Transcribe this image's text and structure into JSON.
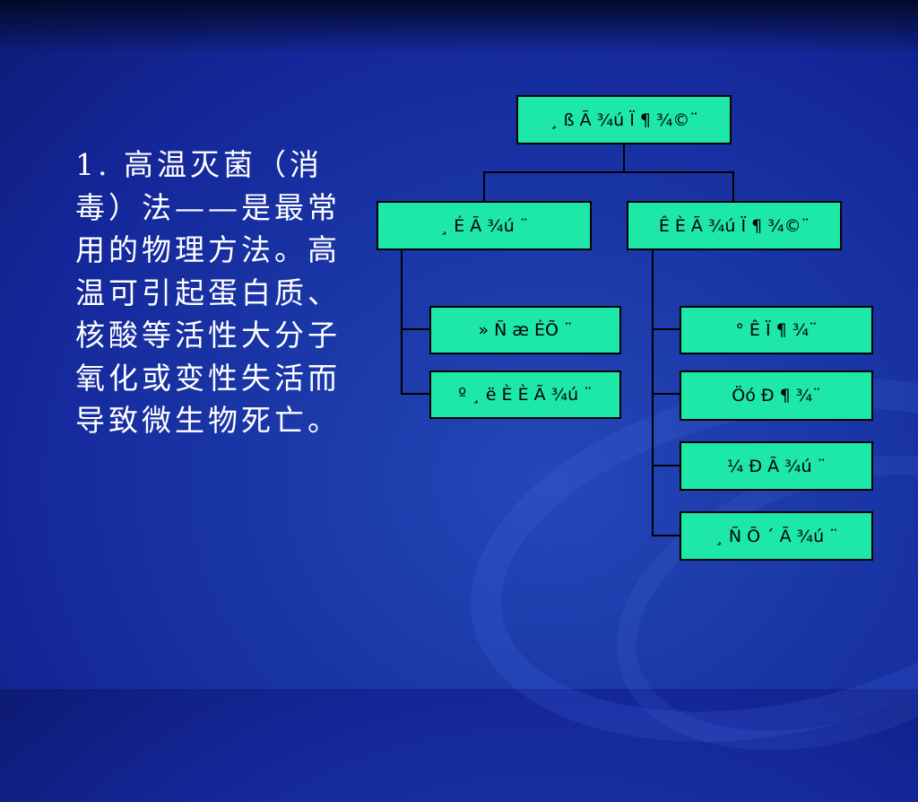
{
  "slide": {
    "paragraph": "1. 高温灭菌（消毒）法——是最常用的物理方法。高温可引起蛋白质、核酸等活性大分子氧化或变性失活而导致微生物死亡。"
  },
  "diagram": {
    "root": "¸ ß Ã ¾ú Ï ¶ ¾©¨",
    "branch_left": "¸ É Ã ¾ú ¨",
    "branch_right": "Ê È Ã ¾ú Ï ¶ ¾©¨",
    "left_children": [
      "» Ñ æ ÉÕ ¨",
      "º ¸ ë È È Ã ¾ú ¨"
    ],
    "right_children": [
      "° Ê Ï ¶ ¾¨",
      "Öó Ð ¶ ¾¨",
      "¼ Ð Ã ¾ú ¨",
      "¸ Ñ Õ ´ Ã ¾ú ¨"
    ]
  }
}
